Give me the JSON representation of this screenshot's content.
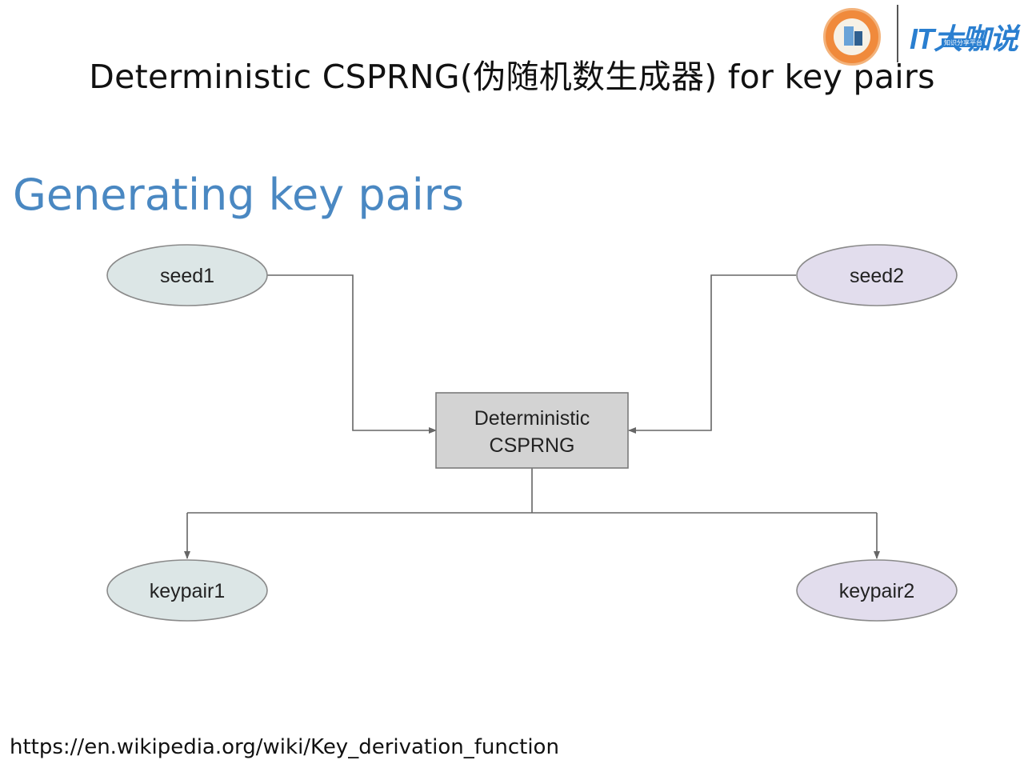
{
  "slide": {
    "title": "Deterministic CSPRNG(伪随机数生成器) for key pairs",
    "heading": "Generating key pairs",
    "source": "https://en.wikipedia.org/wiki/Key_derivation_function"
  },
  "logo": {
    "brand": "IT大咖说",
    "tagline": "知识分享平台"
  },
  "diagram": {
    "seed1": "seed1",
    "seed2": "seed2",
    "generator_line1": "Deterministic",
    "generator_line2": "CSPRNG",
    "keypair1": "keypair1",
    "keypair2": "keypair2"
  },
  "colors": {
    "heading": "#4a88c2",
    "left_ellipse_fill": "#dce6e6",
    "right_ellipse_fill": "#e2dded",
    "box_fill": "#d3d3d3",
    "connector": "#666666"
  }
}
